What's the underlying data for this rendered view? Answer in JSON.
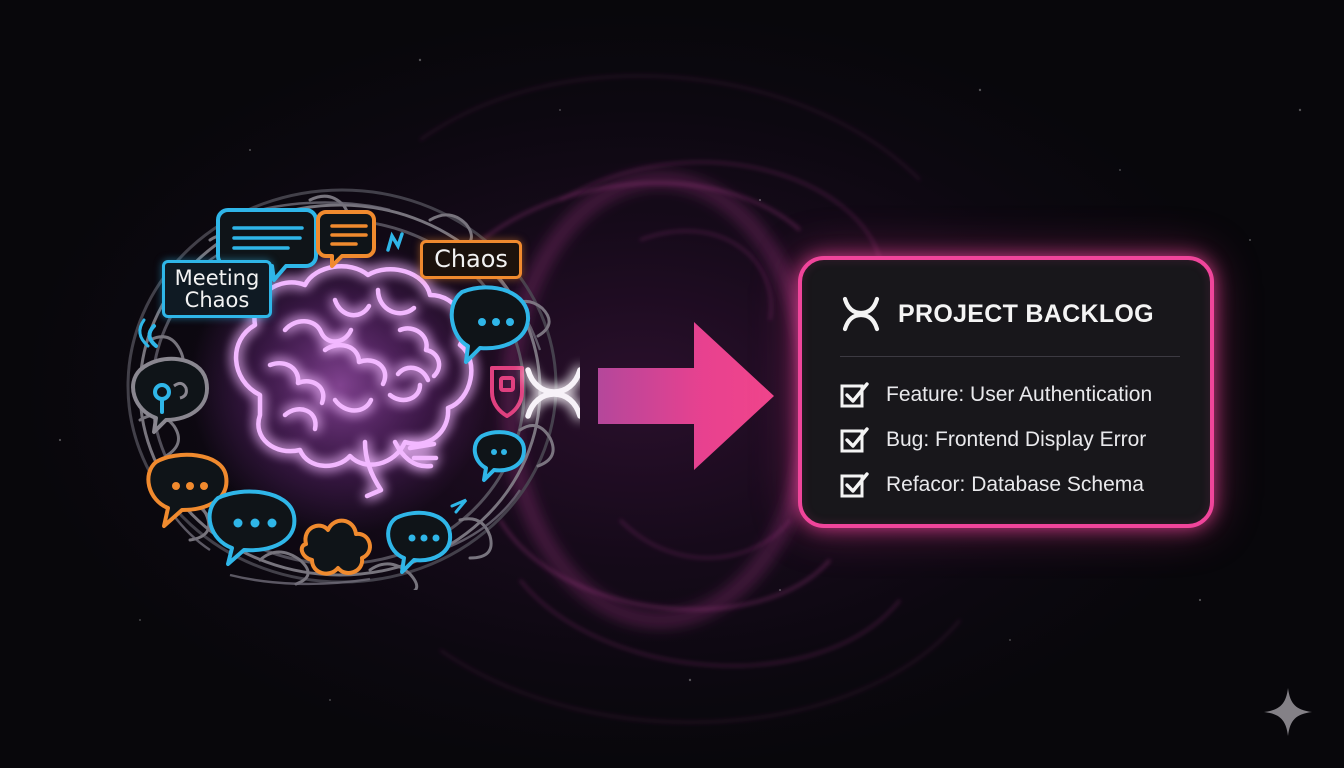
{
  "cloud": {
    "labels": {
      "meeting": "Meeting\nChaos",
      "chaos": "Chaos"
    }
  },
  "backlog": {
    "title": "PROJECT BACKLOG",
    "items": [
      {
        "label": "Feature: User Authentication",
        "checked": true
      },
      {
        "label": "Bug: Frontend Display Error",
        "checked": true
      },
      {
        "label": "Refacor: Database Schema",
        "checked": true
      }
    ]
  },
  "colors": {
    "accent_pink": "#f0459b",
    "brain_purple": "#d870f0",
    "bubble_blue": "#2fb6e8",
    "bubble_orange": "#f08a2e",
    "panel_bg": "#18171b"
  },
  "icons": [
    "brain-icon",
    "speech-bubble-icon",
    "logo-icon",
    "checkbox-icon",
    "arrow-right-icon",
    "sparkle-icon",
    "shield-icon"
  ]
}
